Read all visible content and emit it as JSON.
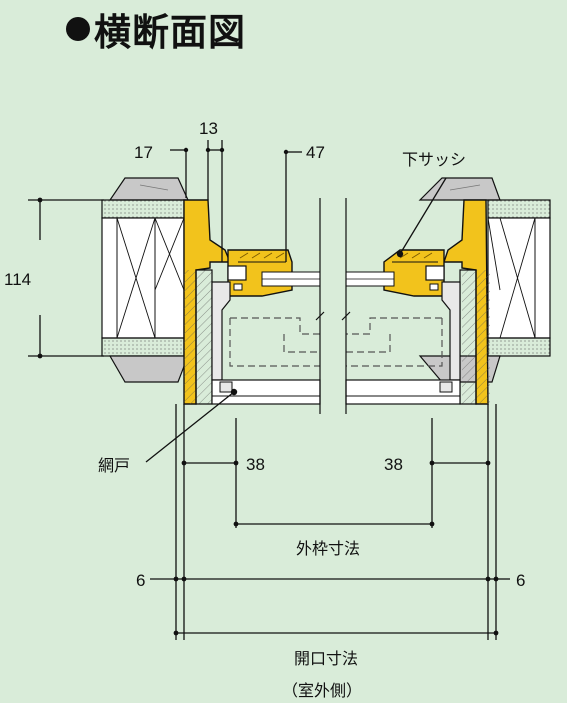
{
  "title": "横断面図",
  "dimensions": {
    "d17": "17",
    "d13": "13",
    "d47": "47",
    "d114": "114",
    "d38_left": "38",
    "d38_right": "38",
    "d6_left": "6",
    "d6_right": "6"
  },
  "labels": {
    "lower_sash": "下サッシ",
    "screen_door": "網戸",
    "outer_frame_dim": "外枠寸法",
    "opening_dim": "開口寸法",
    "outdoor_side": "（室外側）"
  },
  "colors": {
    "background": "#d9ecd9",
    "sash_yellow": "#f2c31c",
    "line": "#111111",
    "wall_gray": "#bfbfbf",
    "panel": "#ffffff"
  }
}
